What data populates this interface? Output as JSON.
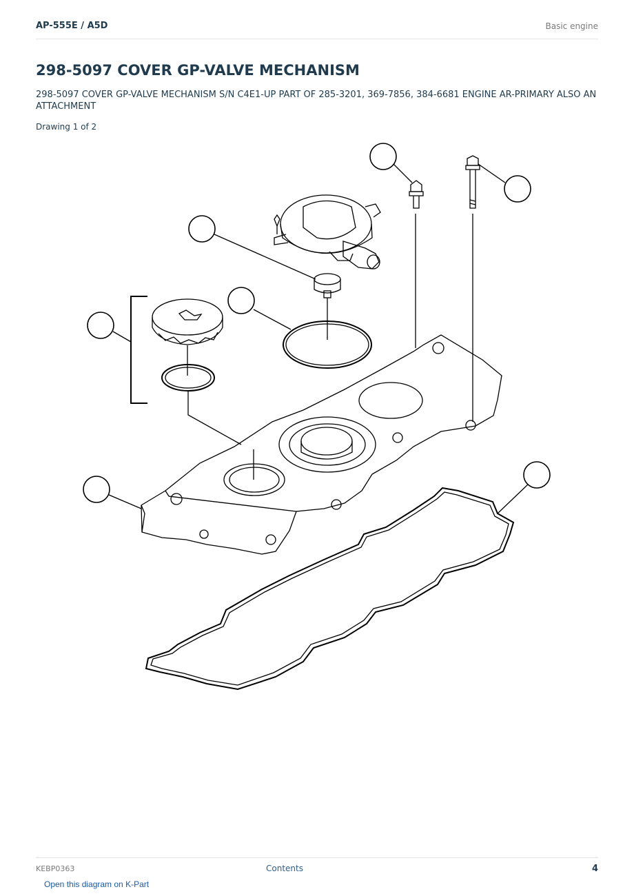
{
  "header": {
    "model": "AP-555E  /  A5D",
    "section": "Basic engine"
  },
  "title": "298-5097 COVER GP-VALVE MECHANISM",
  "description": "298-5097 COVER GP-VALVE MECHANISM S/N C4E1-UP PART OF 285-3201, 369-7856, 384-6681 ENGINE AR-PRIMARY ALSO AN ATTACHMENT",
  "drawing_label": "Drawing 1 of 2",
  "footer": {
    "doc_id": "KEBP0363",
    "contents_link": "Contents",
    "page_number": "4"
  },
  "kpart_link": "Open this diagram on K-Part"
}
